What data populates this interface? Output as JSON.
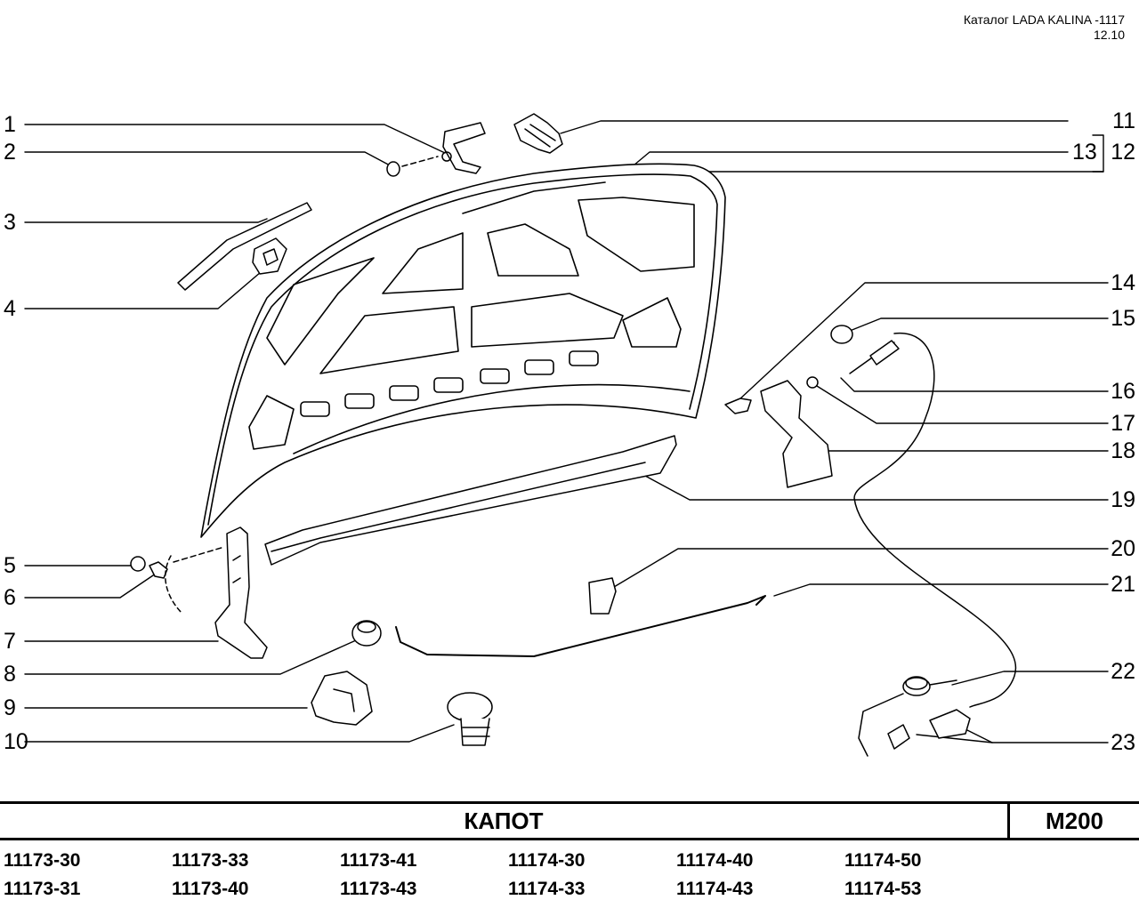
{
  "header": {
    "catalog": "Каталог LADA KALINA -1117",
    "date": "12.10"
  },
  "callouts_left": [
    "1",
    "2",
    "3",
    "4",
    "5",
    "6",
    "7",
    "8",
    "9",
    "10"
  ],
  "callouts_right": [
    "11",
    "13",
    "12",
    "14",
    "15",
    "16",
    "17",
    "18",
    "19",
    "20",
    "21",
    "22",
    "23"
  ],
  "title": "КАПОТ",
  "code": "M200",
  "models": [
    [
      "11173-30",
      "11173-33",
      "11173-41",
      "11174-30",
      "11174-40",
      "11174-50"
    ],
    [
      "11173-31",
      "11173-40",
      "11173-43",
      "11174-33",
      "11174-43",
      "11174-53"
    ]
  ]
}
